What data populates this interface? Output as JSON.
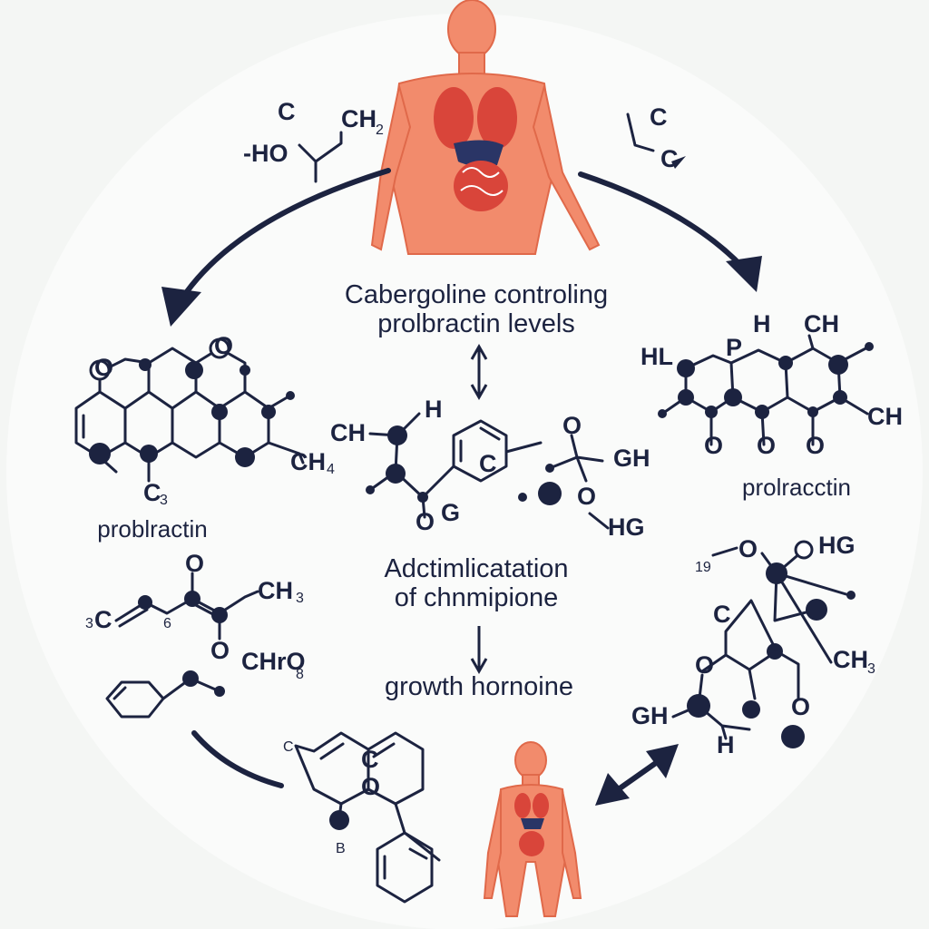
{
  "labels": {
    "center_top_line1": "Cabergoline controling",
    "center_top_line2": "prolbractin levels",
    "center_mid_line1": "Adctimlicatation",
    "center_mid_line2": "of chnmipione",
    "center_bottom": "growth hornoine",
    "left_label": "problractin",
    "right_label": "prolracctin"
  },
  "atoms": {
    "tl_c": "C",
    "tl_ho": "-HO",
    "tl_ch": "CH",
    "tl_ch_sub": "2",
    "tr_c1": "C",
    "tr_c2": "C",
    "left_ring_o": "O",
    "left_ring_o2": "O",
    "left_ch": "CH",
    "left_ch_sub": "4",
    "left_c": "C",
    "left_c_sub": "3",
    "center_ch": "CH",
    "center_h": "H",
    "center_c": "C",
    "center_o_g": "O",
    "center_g": "G",
    "center_gh": "GH",
    "center_o": "O",
    "center_o2": "O",
    "center_hg": "HG",
    "right_h": "H",
    "right_ch": "CH",
    "right_hl": "HL",
    "right_p": "P",
    "right_o": "O",
    "right_o2": "O",
    "right_o3": "O",
    "right_ch2": "CH",
    "lm_o": "O",
    "lm_ch3": "CH",
    "lm_ch3_sub": "3",
    "lm_c": "C",
    "lm_c_pre": "3",
    "lm_6": "6",
    "lm_o2": "O",
    "lm_chro": "CHrO",
    "lm_chro_sub": "8",
    "rb_hg": "HG",
    "rb_o": "O",
    "rb_19": "19",
    "rb_c": "C",
    "rb_o2": "O",
    "rb_ch": "CH",
    "rb_ch_sub": "3",
    "rb_o3": "O",
    "rb_gh": "GH",
    "rb_h": "H",
    "bc_c": "C",
    "bc_c2": "C",
    "bc_o": "O",
    "bc_b": "B"
  },
  "colors": {
    "ink": "#1c2340",
    "skin": "#f28b6c",
    "organ": "#d9453a",
    "background": "#f4f6f4"
  }
}
